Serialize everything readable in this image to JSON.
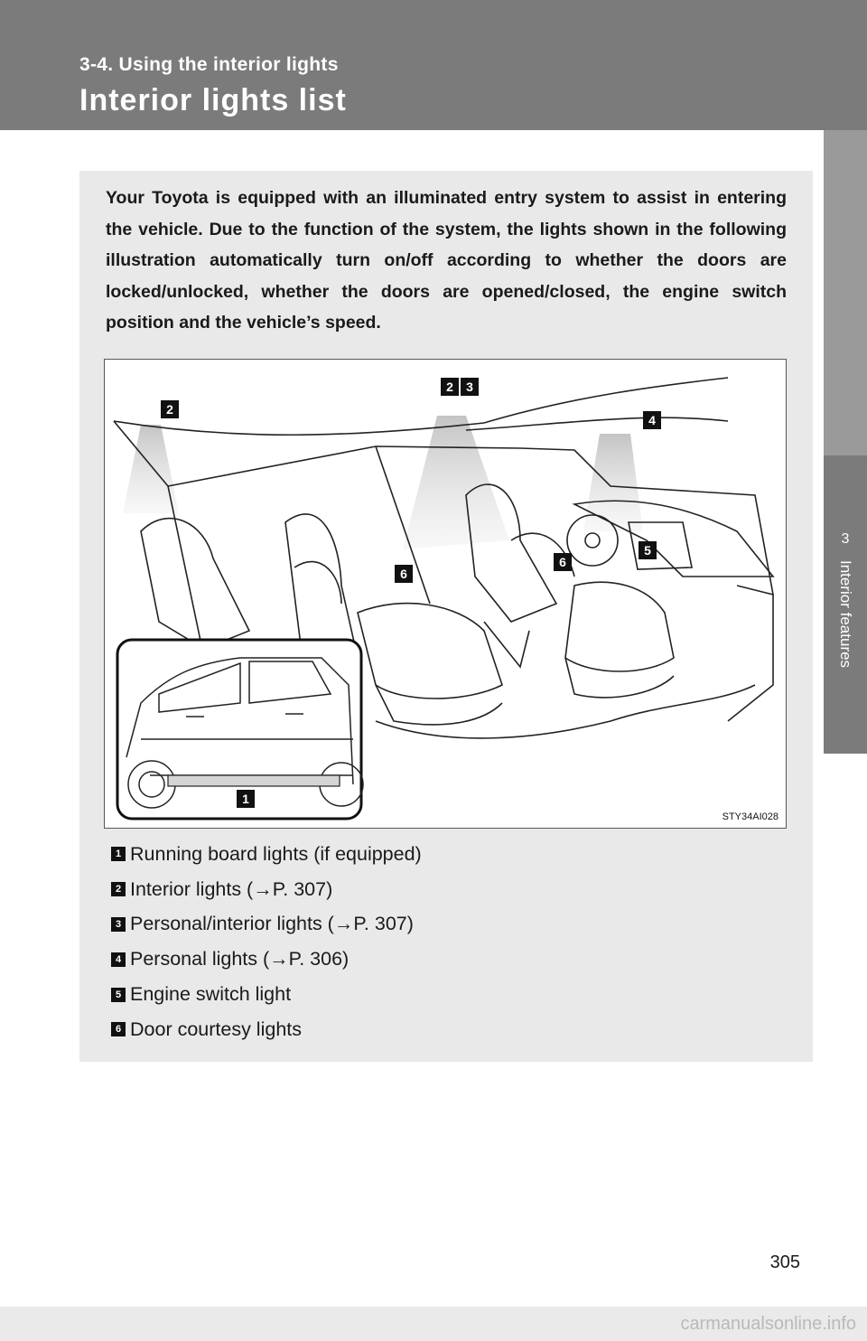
{
  "header": {
    "section": "3-4. Using the interior lights",
    "title": "Interior lights list"
  },
  "side_tab": {
    "chapter_number": "3",
    "chapter_name": "Interior features"
  },
  "intro_text": "Your Toyota is equipped with an illuminated entry system to assist in entering the vehicle. Due to the function of the system, the lights shown in the following illustration automatically turn on/off according to whether the doors are locked/unlocked, whether the doors are opened/closed, the engine switch position and the vehicle’s speed.",
  "figure": {
    "code": "STY34AI028",
    "callouts": [
      "2",
      "2",
      "3",
      "4",
      "5",
      "6",
      "6",
      "1"
    ]
  },
  "legend": [
    {
      "num": "1",
      "label": "Running board lights (if equipped)"
    },
    {
      "num": "2",
      "label": "Interior lights (→P. 307)"
    },
    {
      "num": "3",
      "label": "Personal/interior lights (→P. 307)"
    },
    {
      "num": "4",
      "label": "Personal lights  (→P. 306)"
    },
    {
      "num": "5",
      "label": "Engine switch light"
    },
    {
      "num": "6",
      "label": "Door courtesy lights"
    }
  ],
  "page_number": "305",
  "watermark": "carmanualsonline.info"
}
